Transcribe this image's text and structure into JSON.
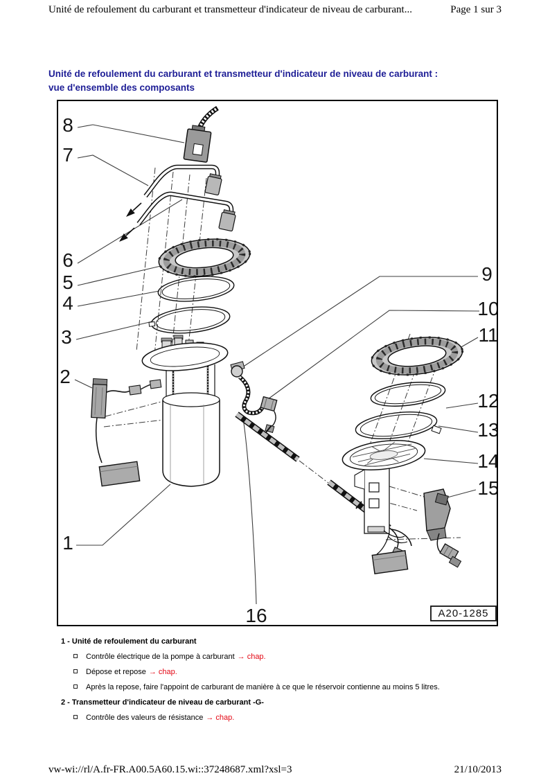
{
  "header": {
    "title": "Unité de refoulement du carburant et transmetteur d'indicateur de niveau de carburant...",
    "page_indicator": "Page 1 sur 3"
  },
  "heading": {
    "line1": "Unité de refoulement du carburant et transmetteur d'indicateur de niveau de carburant :",
    "line2": "vue d'ensemble des composants",
    "color": "#1e1e96"
  },
  "diagram": {
    "figure_label": "A20-1285",
    "callouts": [
      "1",
      "2",
      "3",
      "4",
      "5",
      "6",
      "7",
      "8",
      "9",
      "10",
      "11",
      "12",
      "13",
      "14",
      "15",
      "16"
    ]
  },
  "legend": {
    "link_color": "#e30613",
    "items": [
      {
        "term": "1 - Unité de refoulement du carburant",
        "bullets": [
          {
            "text": "Contrôle électrique de la pompe à carburant",
            "link": "→ chap."
          },
          {
            "text": "Dépose et repose",
            "link": "→ chap."
          },
          {
            "text": "Après la repose, faire l'appoint de carburant de manière à ce que le réservoir contienne au moins 5 litres.",
            "link": ""
          }
        ]
      },
      {
        "term": "2 - Transmetteur d'indicateur de niveau de carburant -G-",
        "bullets": [
          {
            "text": "Contrôle des valeurs de résistance",
            "link": "→ chap."
          }
        ]
      }
    ]
  },
  "footer": {
    "source": "vw-wi://rl/A.fr-FR.A00.5A60.15.wi::37248687.xml?xsl=3",
    "date": "21/10/2013"
  }
}
